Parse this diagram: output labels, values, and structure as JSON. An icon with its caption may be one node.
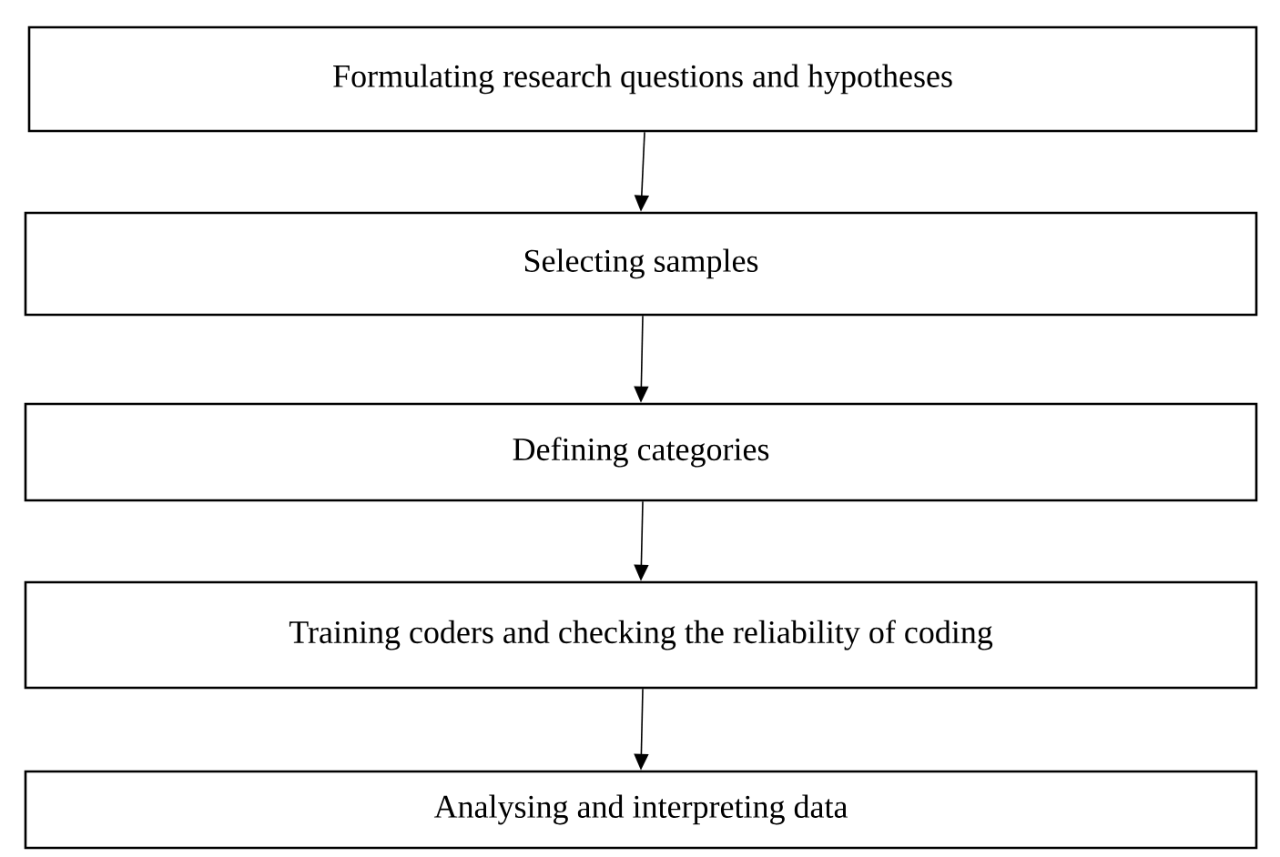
{
  "diagram": {
    "nodes": [
      {
        "text": [
          "Formulating research questions and hypotheses"
        ]
      },
      {
        "text": [
          "Selecting samples"
        ]
      },
      {
        "text": [
          "Defining categories"
        ]
      },
      {
        "text": [
          "Training coders and checking the reliability of coding"
        ]
      },
      {
        "text": [
          "Analysing and interpreting data"
        ]
      }
    ],
    "edges": [
      {
        "from": 0,
        "to": 1,
        "arrow": "to"
      },
      {
        "from": 1,
        "to": 2,
        "arrow": "to"
      },
      {
        "from": 2,
        "to": 3,
        "arrow": "to"
      },
      {
        "from": 3,
        "to": 4,
        "arrow": "to"
      }
    ]
  }
}
